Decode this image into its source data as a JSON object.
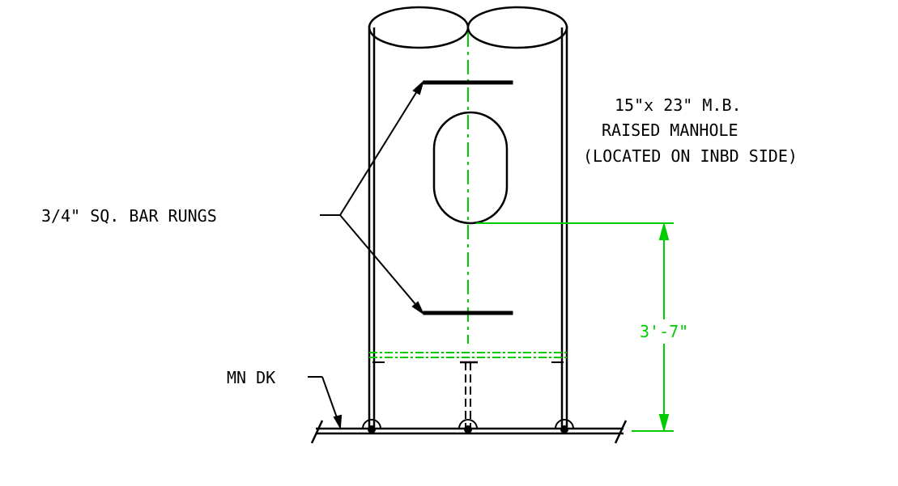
{
  "colors": {
    "line": "#000000",
    "centerline": "#00cc00",
    "dimension": "#00cc00",
    "background": "#ffffff"
  },
  "labels": {
    "manhole_size": "15\"x 23\" M.B.",
    "manhole_type": "RAISED MANHOLE",
    "manhole_location": "(LOCATED ON INBD SIDE)",
    "rungs": "3/4\" SQ. BAR RUNGS",
    "deck": "MN DK",
    "dimension": "3'-7\""
  }
}
